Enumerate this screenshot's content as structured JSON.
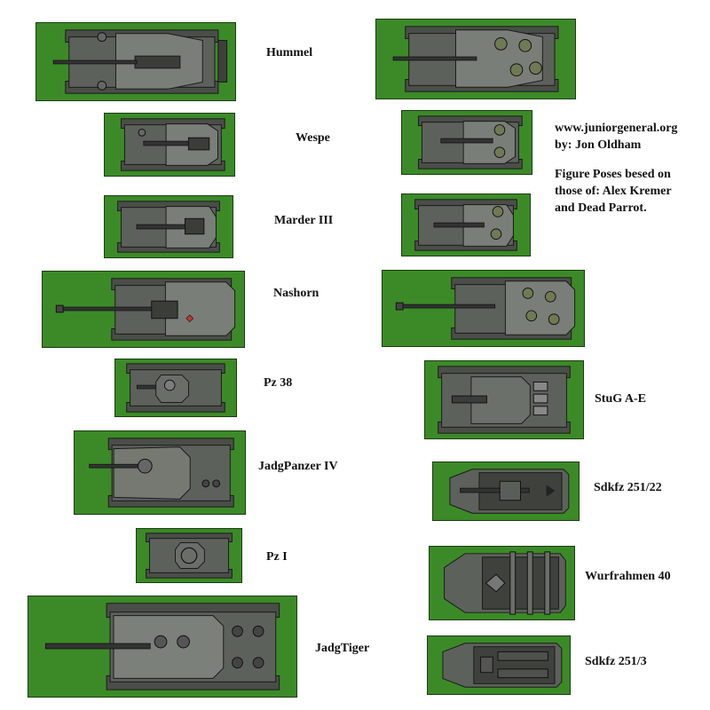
{
  "labels": {
    "hummel": "Hummel",
    "wespe": "Wespe",
    "marder": "Marder III",
    "nashorn": "Nashorn",
    "pz38": "Pz 38",
    "jadgpanzer": "JadgPanzer IV",
    "pz1": "Pz I",
    "jadgtiger": "JadgTiger",
    "stug": "StuG A-E",
    "sdkfz22": "Sdkfz 251/22",
    "wurfrahmen": "Wurfrahmen 40",
    "sdkfz3": "Sdkfz 251/3"
  },
  "credits": {
    "url": "www.juniorgeneral.org",
    "author": "by: Jon Oldham",
    "note1": "Figure Poses besed on",
    "note2": "those of: Alex Kremer",
    "note3": "and Dead Parrot."
  },
  "colors": {
    "background": "#3b8a27",
    "hull": "#5a5e58",
    "hull_light": "#8a8e88",
    "outline": "#1a1a1a",
    "crew": "#6f7a55"
  }
}
